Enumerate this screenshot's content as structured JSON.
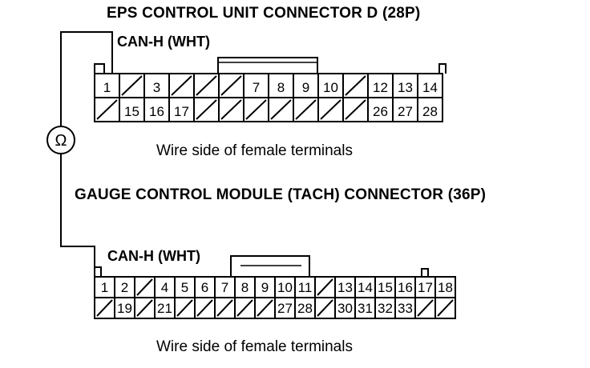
{
  "eps": {
    "title": "EPS CONTROL UNIT CONNECTOR D (28P)",
    "wire_label": "CAN-H (WHT)",
    "caption": "Wire side of female terminals",
    "rows": [
      [
        "1",
        "",
        "3",
        "",
        "",
        "",
        "7",
        "8",
        "9",
        "10",
        "",
        "12",
        "13",
        "14"
      ],
      [
        "",
        "15",
        "16",
        "17",
        "",
        "",
        "",
        "",
        "",
        "",
        "",
        "26",
        "27",
        "28"
      ]
    ]
  },
  "gauge": {
    "title": "GAUGE CONTROL MODULE (TACH) CONNECTOR (36P)",
    "wire_label": "CAN-H (WHT)",
    "caption": "Wire side of female terminals",
    "rows": [
      [
        "1",
        "2",
        "",
        "4",
        "5",
        "6",
        "7",
        "8",
        "9",
        "10",
        "11",
        "",
        "13",
        "14",
        "15",
        "16",
        "17",
        "18"
      ],
      [
        "",
        "19",
        "",
        "21",
        "",
        "",
        "",
        "",
        "",
        "27",
        "28",
        "",
        "30",
        "31",
        "32",
        "33",
        "",
        ""
      ]
    ]
  },
  "meter": {
    "symbol": "Ω"
  }
}
